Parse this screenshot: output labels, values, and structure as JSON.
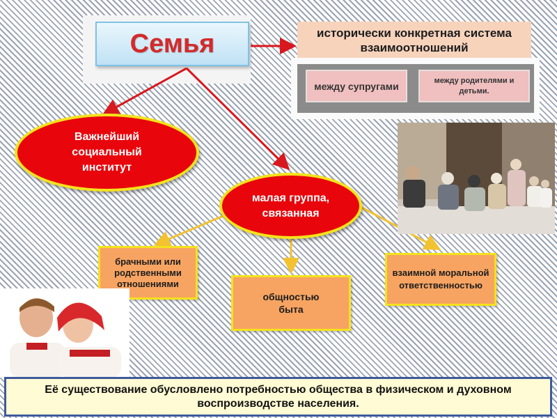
{
  "title": "Семья",
  "historical_system": "исторически конкретная система  взаимоотношений",
  "relations": {
    "spouses": "между супругами",
    "parents_children": "между родителями и детьми."
  },
  "institution": "Важнейший социальный институт",
  "small_group": "малая группа, связанная",
  "bonds": {
    "marriage": "брачными или родственными отношениями",
    "common_life": "общностью быта",
    "responsibility": "взаимной моральной ответственностью"
  },
  "footer": "Её существование обусловлено потребностью общества в физическом  и духовном воспроизводстве населения.",
  "colors": {
    "accent_red": "#e8060c",
    "ellipse_border": "#f4e21c",
    "box_orange": "#f7a462",
    "arrow_red": "#d8181e",
    "arrow_yellow": "#f2c230",
    "banner_border": "#3d5a9c"
  },
  "images": {
    "village_photo": "peasant-family-photo",
    "couple_photo": "couple-folk-costume-photo"
  }
}
